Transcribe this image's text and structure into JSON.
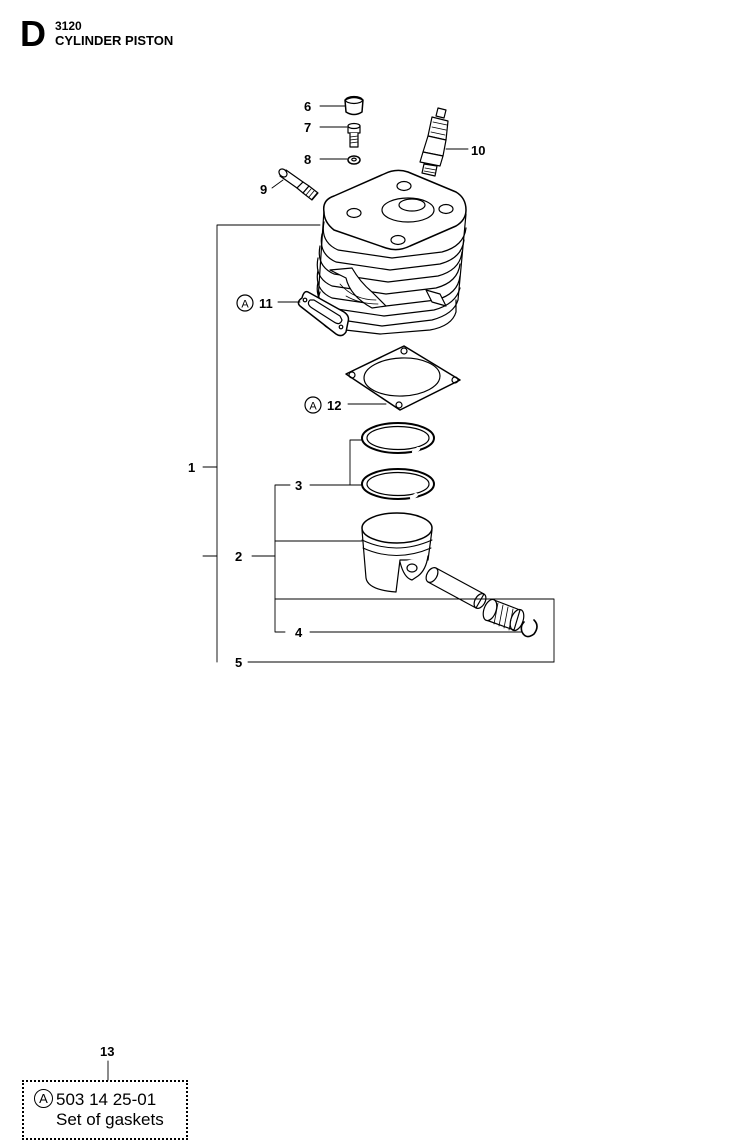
{
  "header": {
    "section_letter": "D",
    "code": "3120",
    "title": "CYLINDER PISTON"
  },
  "parts": [
    {
      "ref": "1"
    },
    {
      "ref": "2"
    },
    {
      "ref": "3"
    },
    {
      "ref": "4"
    },
    {
      "ref": "5"
    },
    {
      "ref": "6"
    },
    {
      "ref": "7"
    },
    {
      "ref": "8"
    },
    {
      "ref": "9"
    },
    {
      "ref": "10"
    },
    {
      "ref": "11",
      "marker": "A"
    },
    {
      "ref": "12",
      "marker": "A"
    },
    {
      "ref": "13"
    }
  ],
  "kit": {
    "ref": "13",
    "marker": "A",
    "part_number": "503 14 25-01",
    "description": "Set of gaskets"
  },
  "colors": {
    "line": "#000000",
    "background": "#ffffff"
  }
}
